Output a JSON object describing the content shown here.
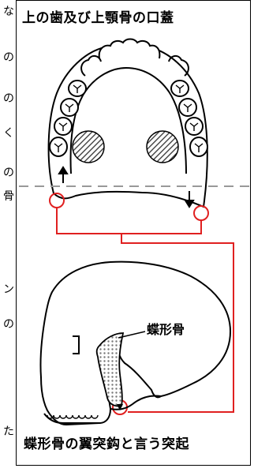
{
  "title": "上の歯及び上顎骨の口蓋",
  "sphenoid_label": "蝶形骨",
  "caption": "蝶形骨の翼突鈎と言う突起",
  "side_chars": [
    "な",
    "の",
    "の",
    "く",
    "の",
    "骨",
    "ン",
    "の",
    "た"
  ],
  "colors": {
    "highlight": "#e02020",
    "dashed": "#999999",
    "line": "#000000",
    "hatch": "#333333",
    "bone_dots": "#888888"
  }
}
